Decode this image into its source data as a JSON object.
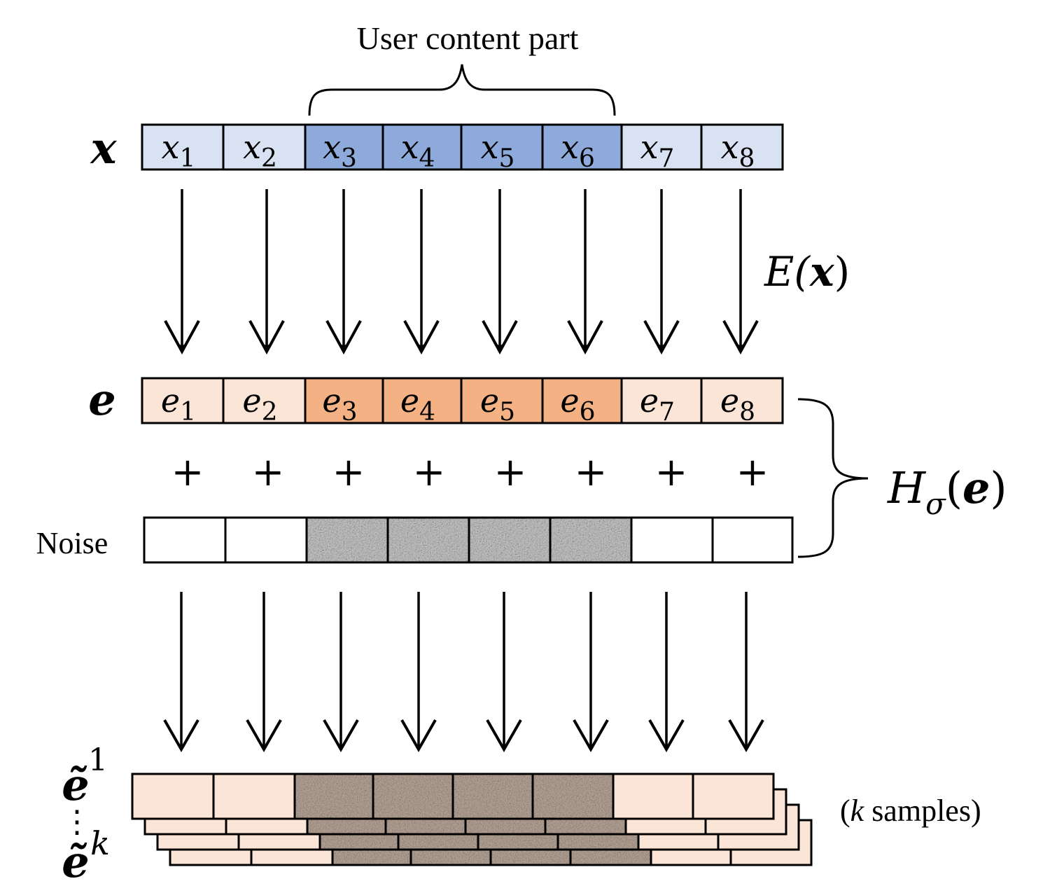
{
  "labels": {
    "user_content": "User content part",
    "x_var": "x",
    "e_var": "e",
    "encoder_func": "E(",
    "encoder_arg": "x",
    "encoder_close": ")",
    "h_func": "H",
    "h_sub": "σ",
    "h_open": "(",
    "h_arg": "e",
    "h_close": ")",
    "noise": "Noise",
    "e_tilde": "ẽ",
    "sup_1": "1",
    "sup_k": "k",
    "ellipsis": "⋮",
    "k_samples_open": "(",
    "k_samples_k": "k",
    "k_samples_rest": " samples)"
  },
  "x_row": {
    "symbol": "x",
    "subscripts": [
      "1",
      "2",
      "3",
      "4",
      "5",
      "6",
      "7",
      "8"
    ],
    "highlight": [
      false,
      false,
      true,
      true,
      true,
      true,
      false,
      false
    ]
  },
  "e_row": {
    "symbol": "e",
    "subscripts": [
      "1",
      "2",
      "3",
      "4",
      "5",
      "6",
      "7",
      "8"
    ],
    "highlight": [
      false,
      false,
      true,
      true,
      true,
      true,
      false,
      false
    ]
  },
  "plus_sign": "+",
  "noise_row": {
    "noisy": [
      false,
      false,
      true,
      true,
      true,
      true,
      false,
      false
    ]
  },
  "samples": {
    "stack_layers": 4,
    "noisy": [
      false,
      false,
      true,
      true,
      true,
      true,
      false,
      false
    ]
  },
  "colors": {
    "x_light": "#d9e2f3",
    "x_dark": "#8eaadb",
    "e_light": "#fbe5d6",
    "e_dark": "#f4b183",
    "noise_gray": "#c9c9c9",
    "sample_noise": "#b9a699",
    "stroke": "#000000"
  }
}
